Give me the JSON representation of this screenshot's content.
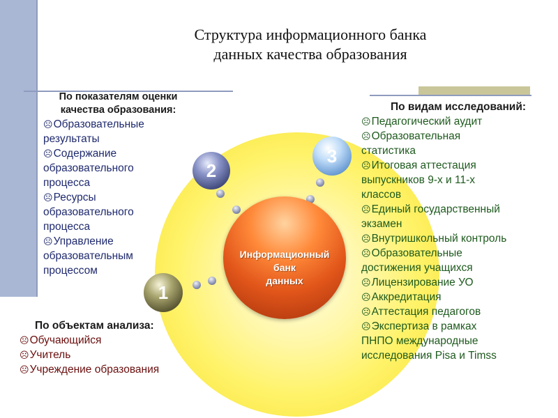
{
  "title_line1": "Структура информационного банка",
  "title_line2": "данных качества образования",
  "core_label": [
    "Информационный",
    "банк",
    "данных"
  ],
  "balls": {
    "one": "1",
    "two": "2",
    "three": "3"
  },
  "left_section": {
    "heading_line1": "По показателям оценки",
    "heading_line2": "качества образования:",
    "items": [
      [
        "Образовательные",
        "результаты"
      ],
      [
        "Содержание",
        "образовательного",
        "процесса"
      ],
      [
        "Ресурсы",
        "образовательного",
        "процесса"
      ],
      [
        "Управление",
        "образовательным",
        "процессом"
      ]
    ]
  },
  "right_section": {
    "heading": "По видам исследований:",
    "items": [
      [
        "Педагогический аудит"
      ],
      [
        "Образовательная",
        "статистика"
      ],
      [
        "Итоговая аттестация",
        "выпускников 9-х и 11-х",
        "классов"
      ],
      [
        "Единый государственный",
        "экзамен"
      ],
      [
        "Внутришкольный контроль"
      ],
      [
        "Образовательные",
        "достижения учащихся"
      ],
      [
        "Лицензирование УО"
      ],
      [
        "Аккредитация"
      ],
      [
        "Аттестация педагогов"
      ],
      [
        "Экспертиза в рамках",
        "ПНПО международные",
        "исследования Pisa и Timss"
      ]
    ]
  },
  "bottom_section": {
    "heading": "По объектам анализа:",
    "items": [
      [
        "Обучающийся"
      ],
      [
        "Учитель"
      ],
      [
        "Учреждение образования"
      ]
    ]
  },
  "colors": {
    "left_text": "#1f2a6e",
    "right_text": "#1e5a1e",
    "bottom_text": "#6b0e0e",
    "stripe": "#a9b7d4",
    "core": "#e2561a",
    "glow": "#fff36a"
  },
  "icons": {
    "bullet": "frown-face-icon"
  }
}
